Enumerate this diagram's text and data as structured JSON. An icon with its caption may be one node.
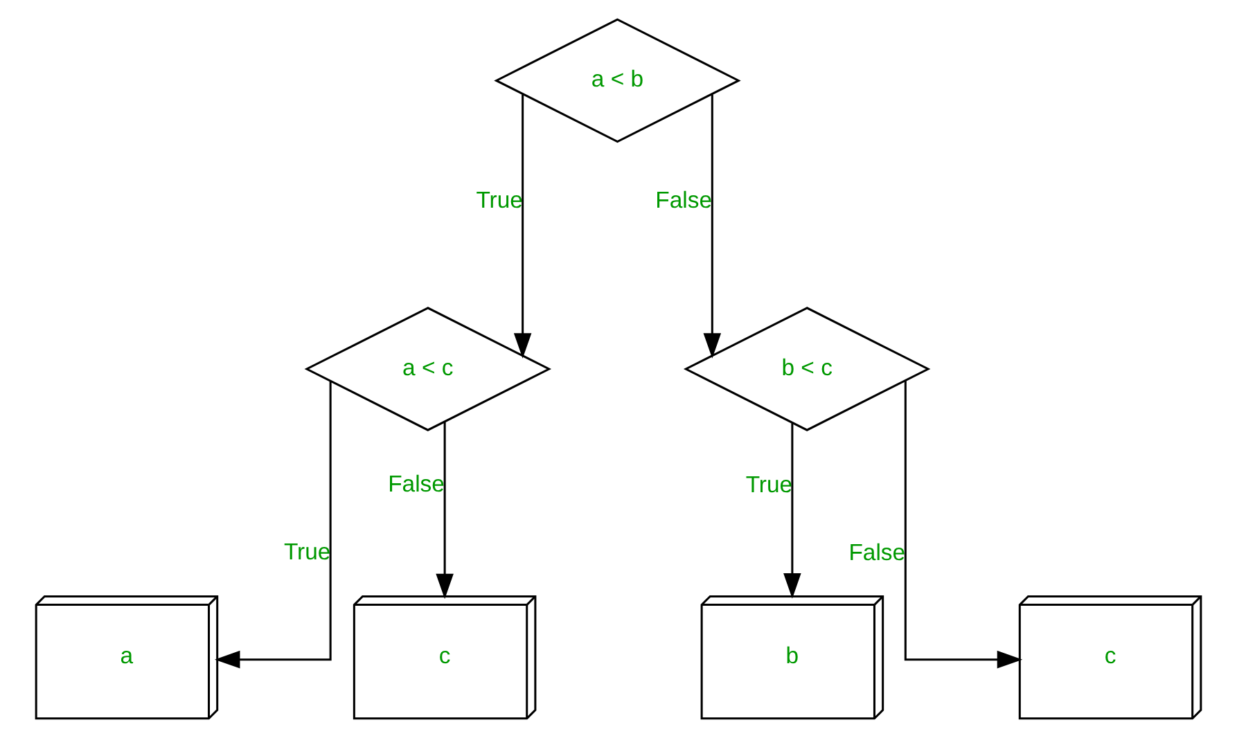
{
  "diagram": {
    "nodes": [
      {
        "text": [
          "a < b"
        ]
      },
      {
        "text": [
          "a < c"
        ]
      },
      {
        "text": [
          "b < c"
        ]
      },
      {
        "text": [
          "a"
        ]
      },
      {
        "text": [
          "c"
        ]
      },
      {
        "text": [
          "b"
        ]
      },
      {
        "text": [
          "c"
        ]
      }
    ],
    "edges": [
      {
        "from": 0,
        "to": 1,
        "arrow": "to",
        "label": "True"
      },
      {
        "from": 0,
        "to": 2,
        "arrow": "to",
        "label": "False"
      },
      {
        "from": 1,
        "to": 3,
        "arrow": "to",
        "label": "True"
      },
      {
        "from": 1,
        "to": 4,
        "arrow": "to",
        "label": "False"
      },
      {
        "from": 2,
        "to": 5,
        "arrow": "to",
        "label": "True"
      },
      {
        "from": 2,
        "to": 6,
        "arrow": "to",
        "label": "False"
      }
    ]
  }
}
